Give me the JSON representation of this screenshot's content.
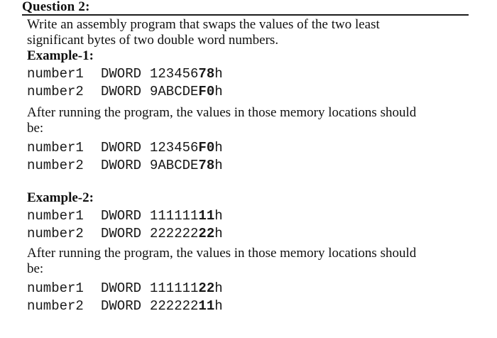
{
  "page": {
    "background": "#ffffff",
    "text_color": "#101010",
    "rule_color": "#1c1c1c"
  },
  "header": {
    "title": "Question 2:"
  },
  "intro": {
    "line1": "Write an assembly program that swaps the values of the two least",
    "line2": "significant bytes of two double word numbers."
  },
  "examples": [
    {
      "heading": "Example-1:",
      "before": [
        {
          "label": "number1",
          "directive": "DWORD",
          "value_head": "123456",
          "value_bold": "78",
          "value_tail": "h"
        },
        {
          "label": "number2",
          "directive": "DWORD",
          "value_head": "9ABCDE",
          "value_bold": "F0",
          "value_tail": "h"
        }
      ],
      "after_note_line1": "After running the program, the values in those memory locations should",
      "after_note_line2": "be:",
      "after": [
        {
          "label": "number1",
          "directive": "DWORD",
          "value_head": "123456",
          "value_bold": "F0",
          "value_tail": "h"
        },
        {
          "label": "number2",
          "directive": "DWORD",
          "value_head": "9ABCDE",
          "value_bold": "78",
          "value_tail": "h"
        }
      ]
    },
    {
      "heading": "Example-2:",
      "before": [
        {
          "label": "number1",
          "directive": "DWORD",
          "value_head": "111111",
          "value_bold": "11",
          "value_tail": "h"
        },
        {
          "label": "number2",
          "directive": "DWORD",
          "value_head": "222222",
          "value_bold": "22",
          "value_tail": "h"
        }
      ],
      "after_note_line1": "After running the program, the values in those memory locations should",
      "after_note_line2": "be:",
      "after": [
        {
          "label": "number1",
          "directive": "DWORD",
          "value_head": "111111",
          "value_bold": "22",
          "value_tail": "h"
        },
        {
          "label": "number2",
          "directive": "DWORD",
          "value_head": "222222",
          "value_bold": "11",
          "value_tail": "h"
        }
      ]
    }
  ]
}
